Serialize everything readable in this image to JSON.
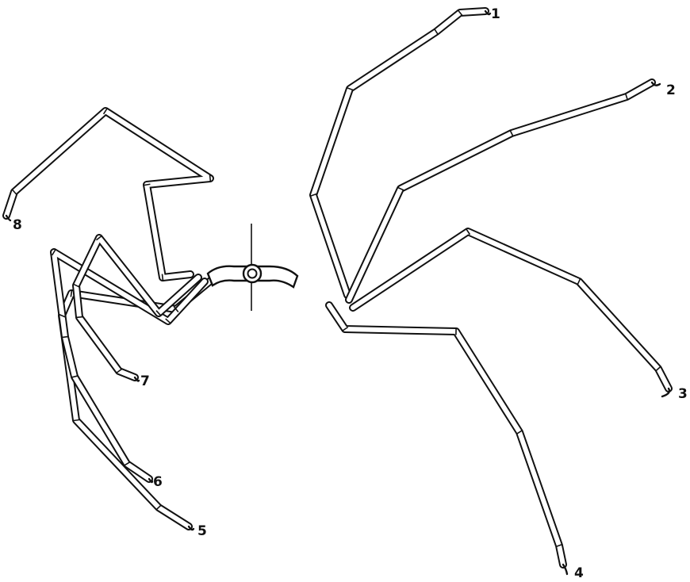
{
  "figure": {
    "ink_color": "#111111",
    "background_color": "#ffffff",
    "legs": [
      {
        "id": "leg-1",
        "label": "1"
      },
      {
        "id": "leg-2",
        "label": "2"
      },
      {
        "id": "leg-3",
        "label": "3"
      },
      {
        "id": "leg-4",
        "label": "4"
      },
      {
        "id": "leg-5",
        "label": "5"
      },
      {
        "id": "leg-6",
        "label": "6"
      },
      {
        "id": "leg-7",
        "label": "7"
      },
      {
        "id": "leg-8",
        "label": "8"
      }
    ]
  }
}
